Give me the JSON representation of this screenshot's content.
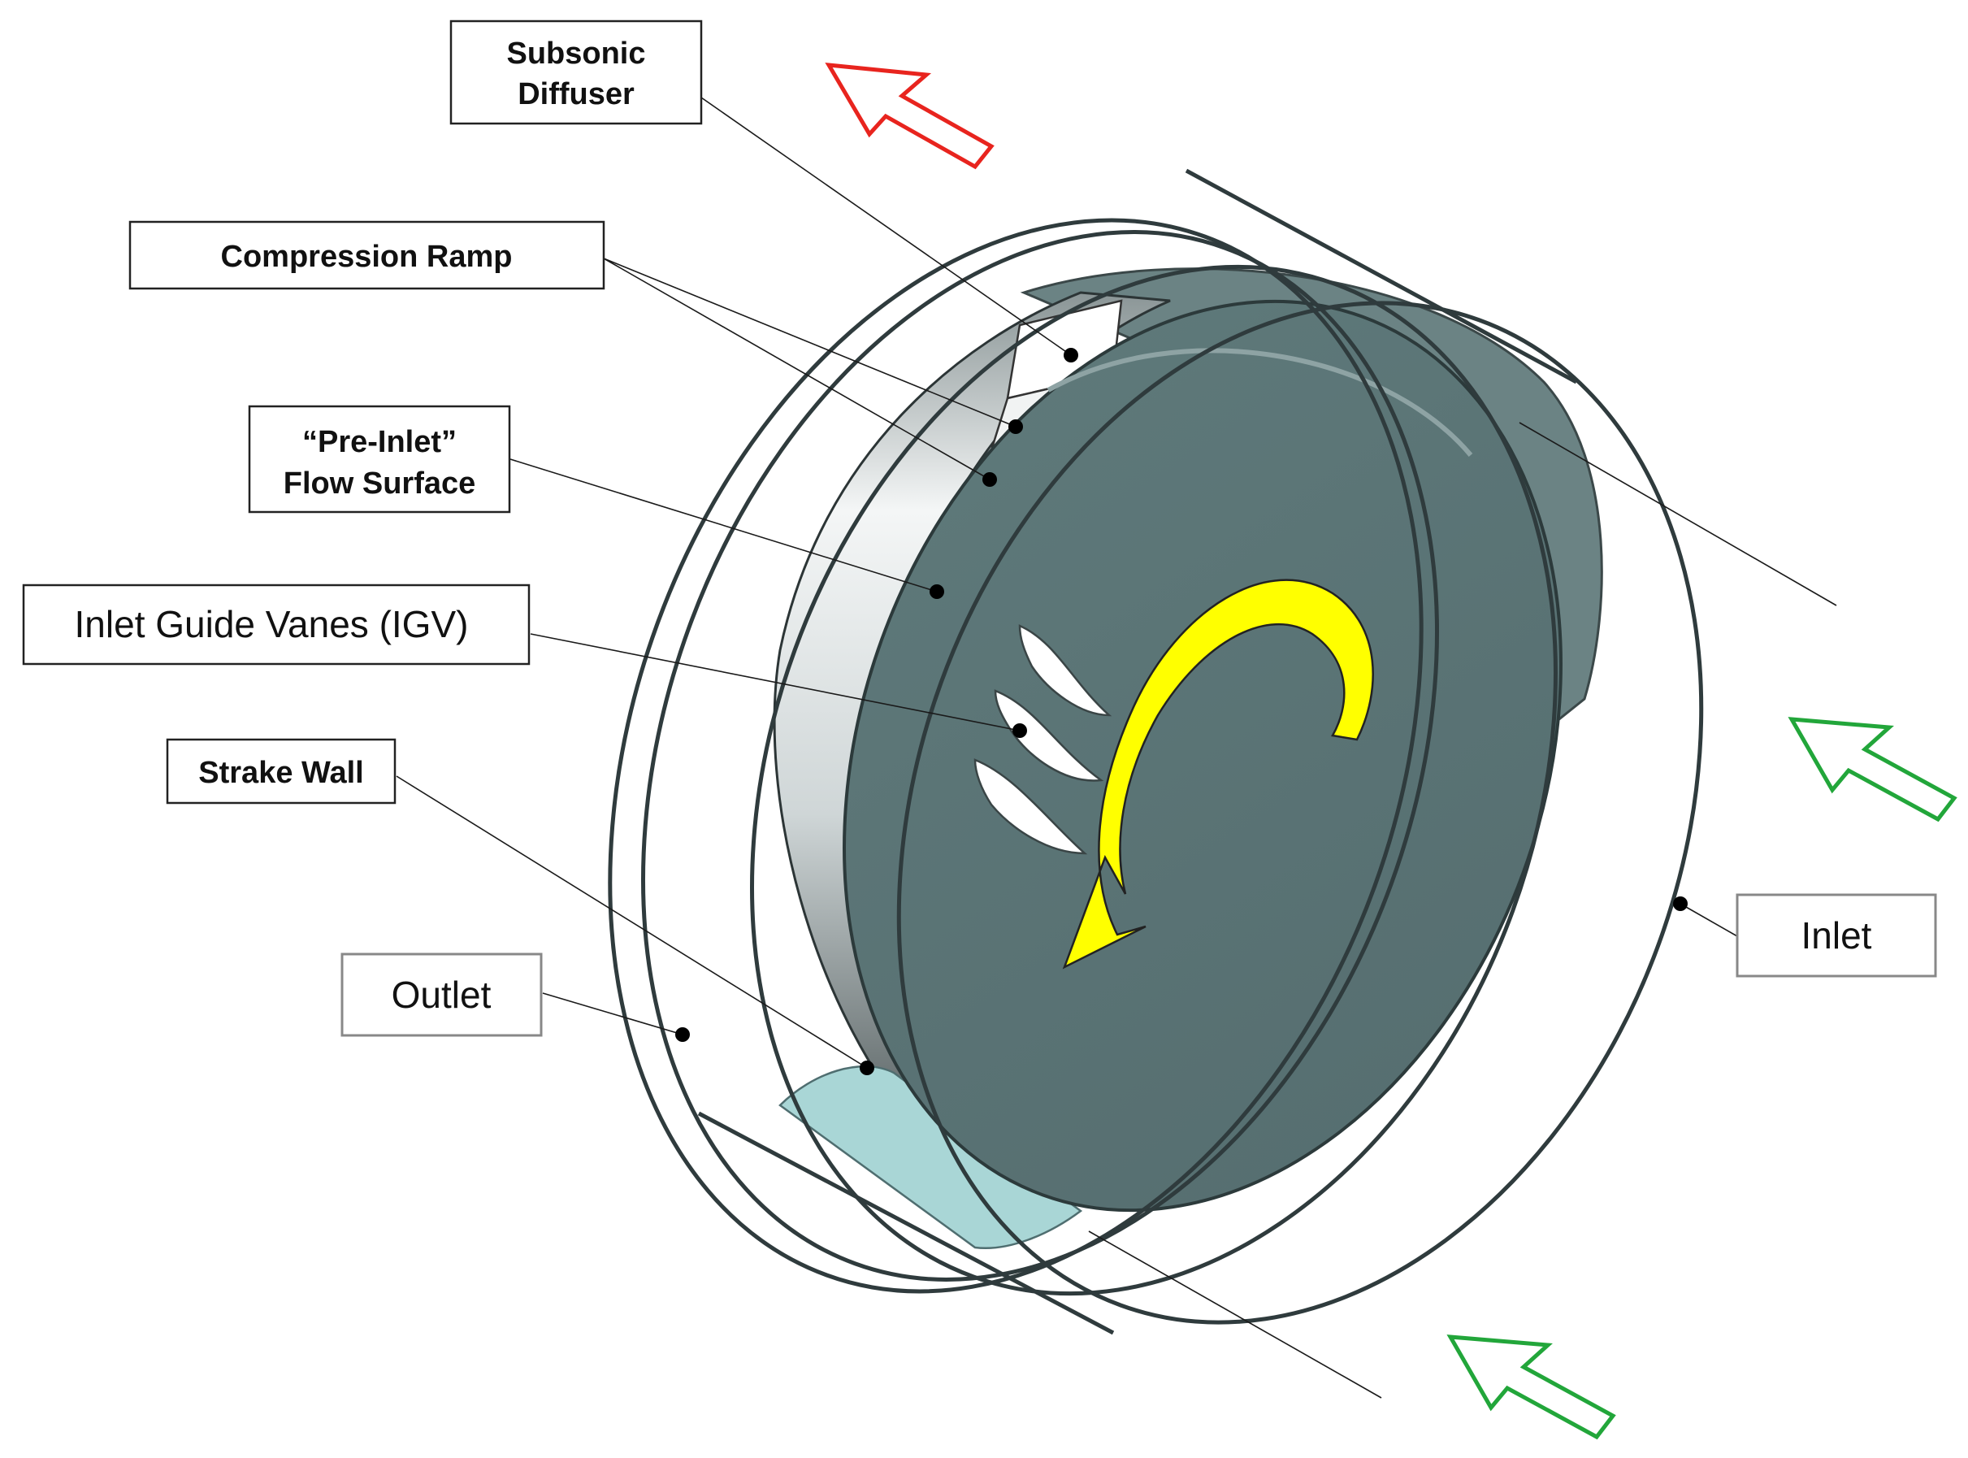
{
  "labels": {
    "subsonic_diffuser_line1": "Subsonic",
    "subsonic_diffuser_line2": "Diffuser",
    "compression_ramp": "Compression Ramp",
    "pre_inlet_line1": "“Pre-Inlet”",
    "pre_inlet_line2": "Flow Surface",
    "inlet_guide_vanes": "Inlet Guide Vanes (IGV)",
    "strake_wall": "Strake Wall",
    "outlet": "Outlet",
    "inlet": "Inlet"
  },
  "colors": {
    "outflow_arrow": "#e8241e",
    "inflow_arrow": "#22a63a",
    "rotation_arrow": "#ffff00",
    "rotor_face": "#5c7577",
    "strake_wall": "#a9d6d6"
  },
  "icons": {
    "outflow": "hollow-arrow-up-left-icon",
    "inflow": "hollow-arrow-up-left-icon",
    "rotation": "curved-rotation-arrow-icon"
  }
}
